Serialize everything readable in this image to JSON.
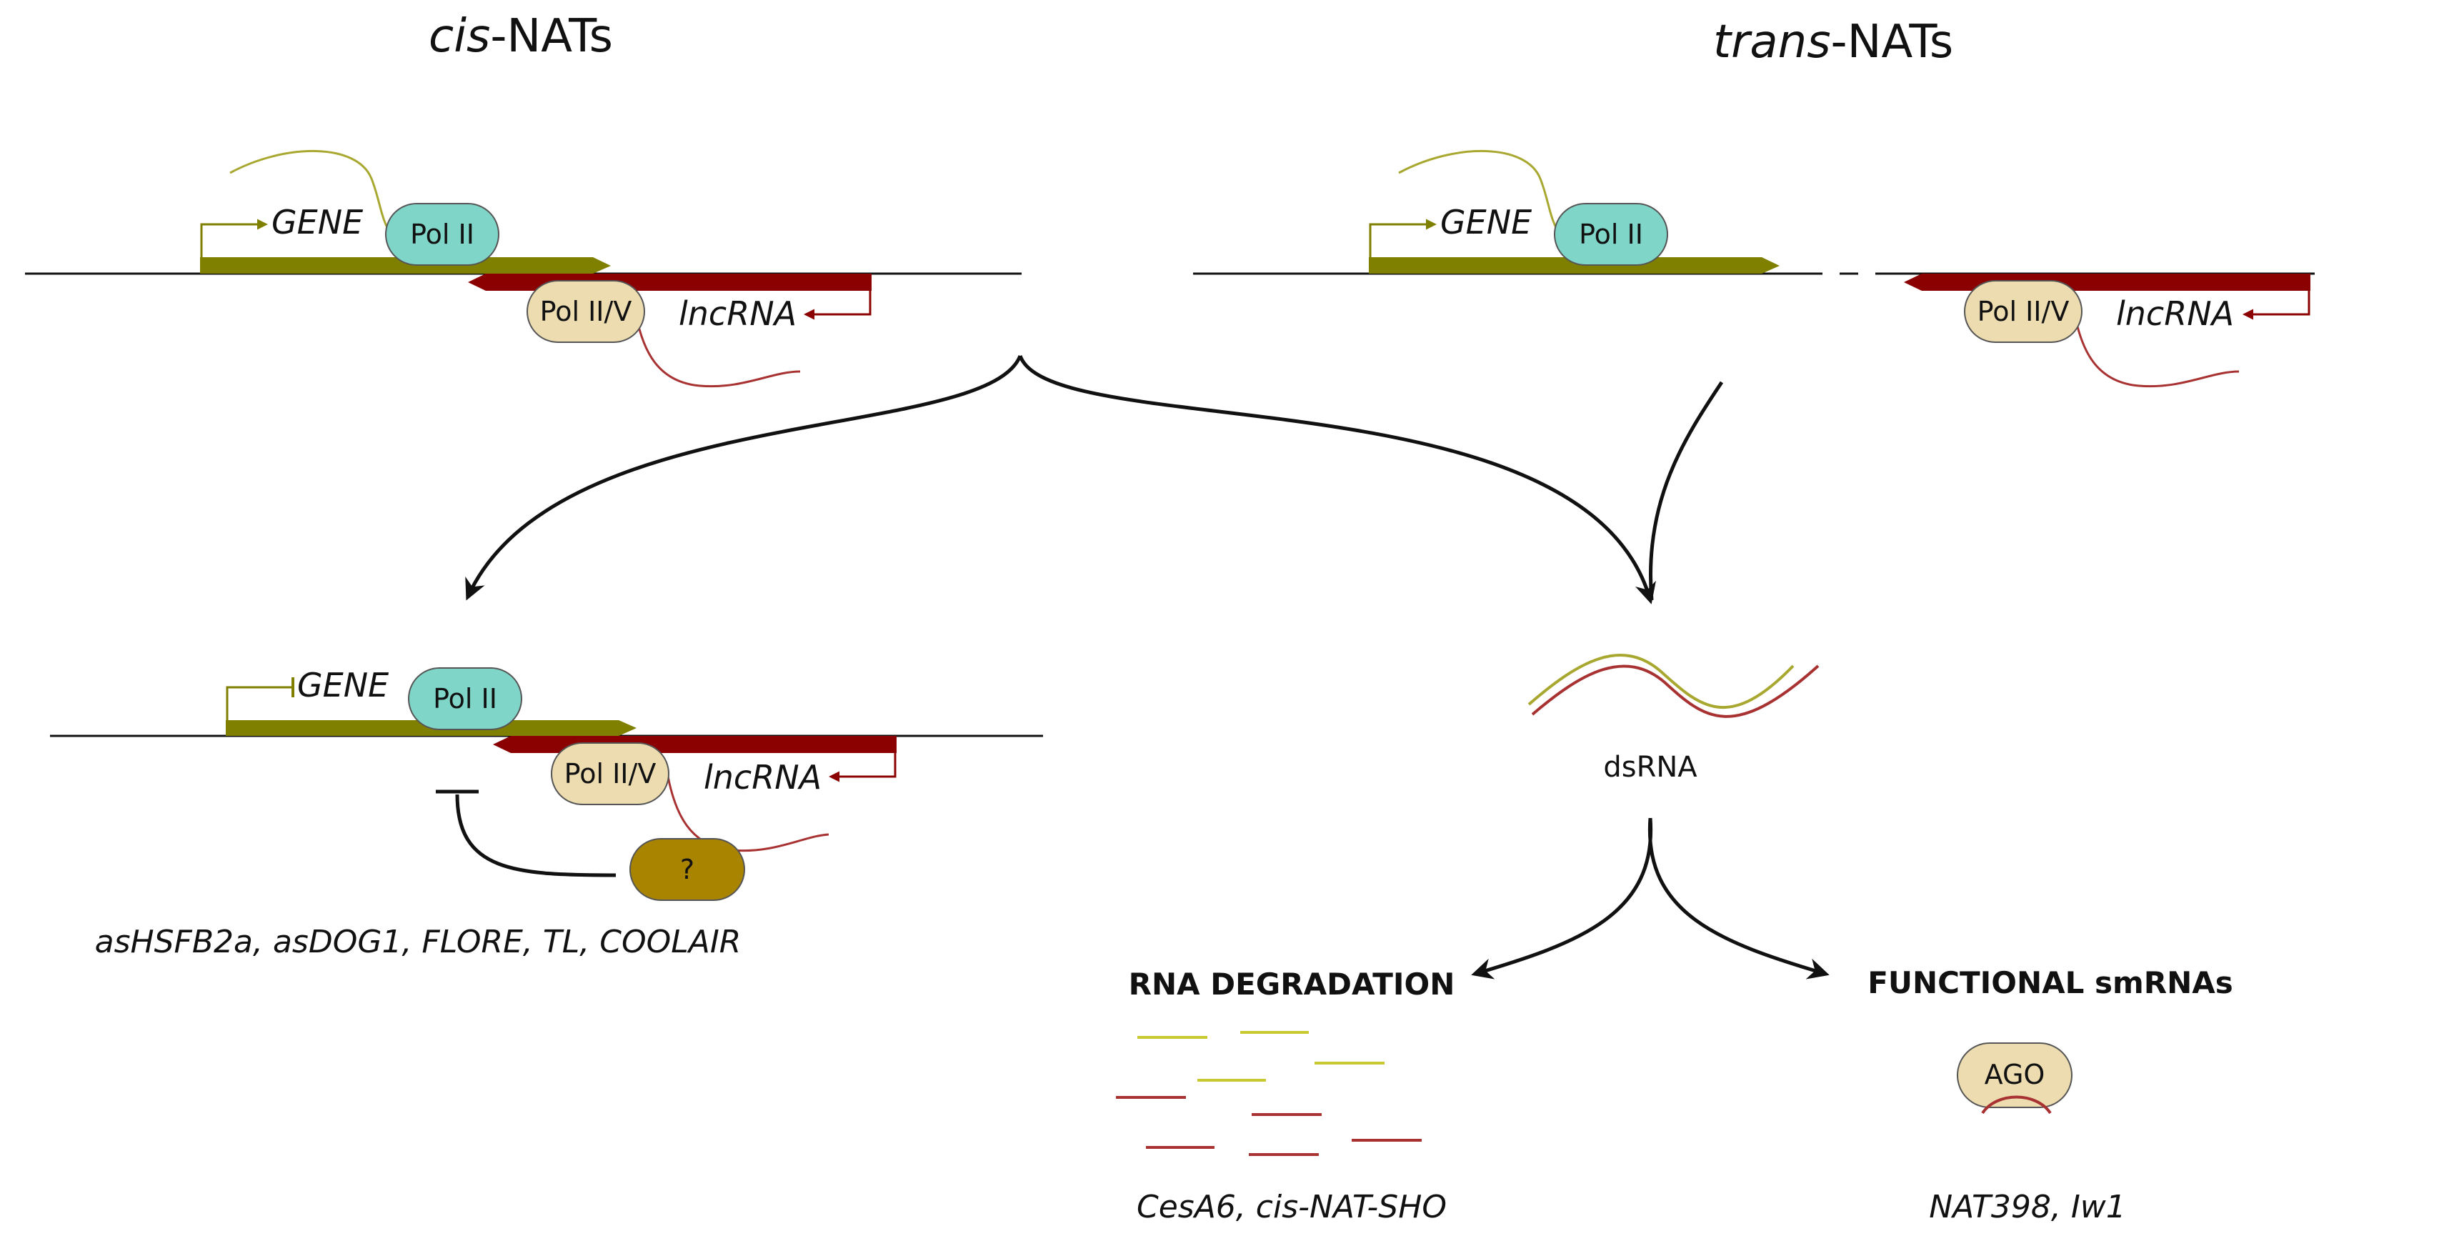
{
  "colors": {
    "gene": "#7f7f00",
    "lncrna": "#8b0000",
    "gene_rna": "#a8a830",
    "lncrna_rna": "#a83232",
    "pol2": "#7fd6c8",
    "pol2v": "#ecdcb0",
    "unknown": "#a88400",
    "line": "#111111"
  },
  "titles": {
    "cis_prefix": "cis",
    "cis_suffix": "-NATs",
    "trans_prefix": "trans",
    "trans_suffix": "-NATs"
  },
  "labels": {
    "gene": "GENE",
    "lncrna": "lncRNA",
    "pol2": "Pol II",
    "pol2v": "Pol II/V",
    "unknown": "?",
    "dsrna": "dsRNA",
    "ago": "AGO"
  },
  "outcomes": {
    "degradation": "RNA DEGRADATION",
    "functional": "FUNCTIONAL smRNAs"
  },
  "examples": {
    "cis_repression": "asHSFB2a, asDOG1, FLORE, TL, COOLAIR",
    "degradation": "CesA6, cis-NAT-SHO",
    "functional": "NAT398, Iw1"
  }
}
